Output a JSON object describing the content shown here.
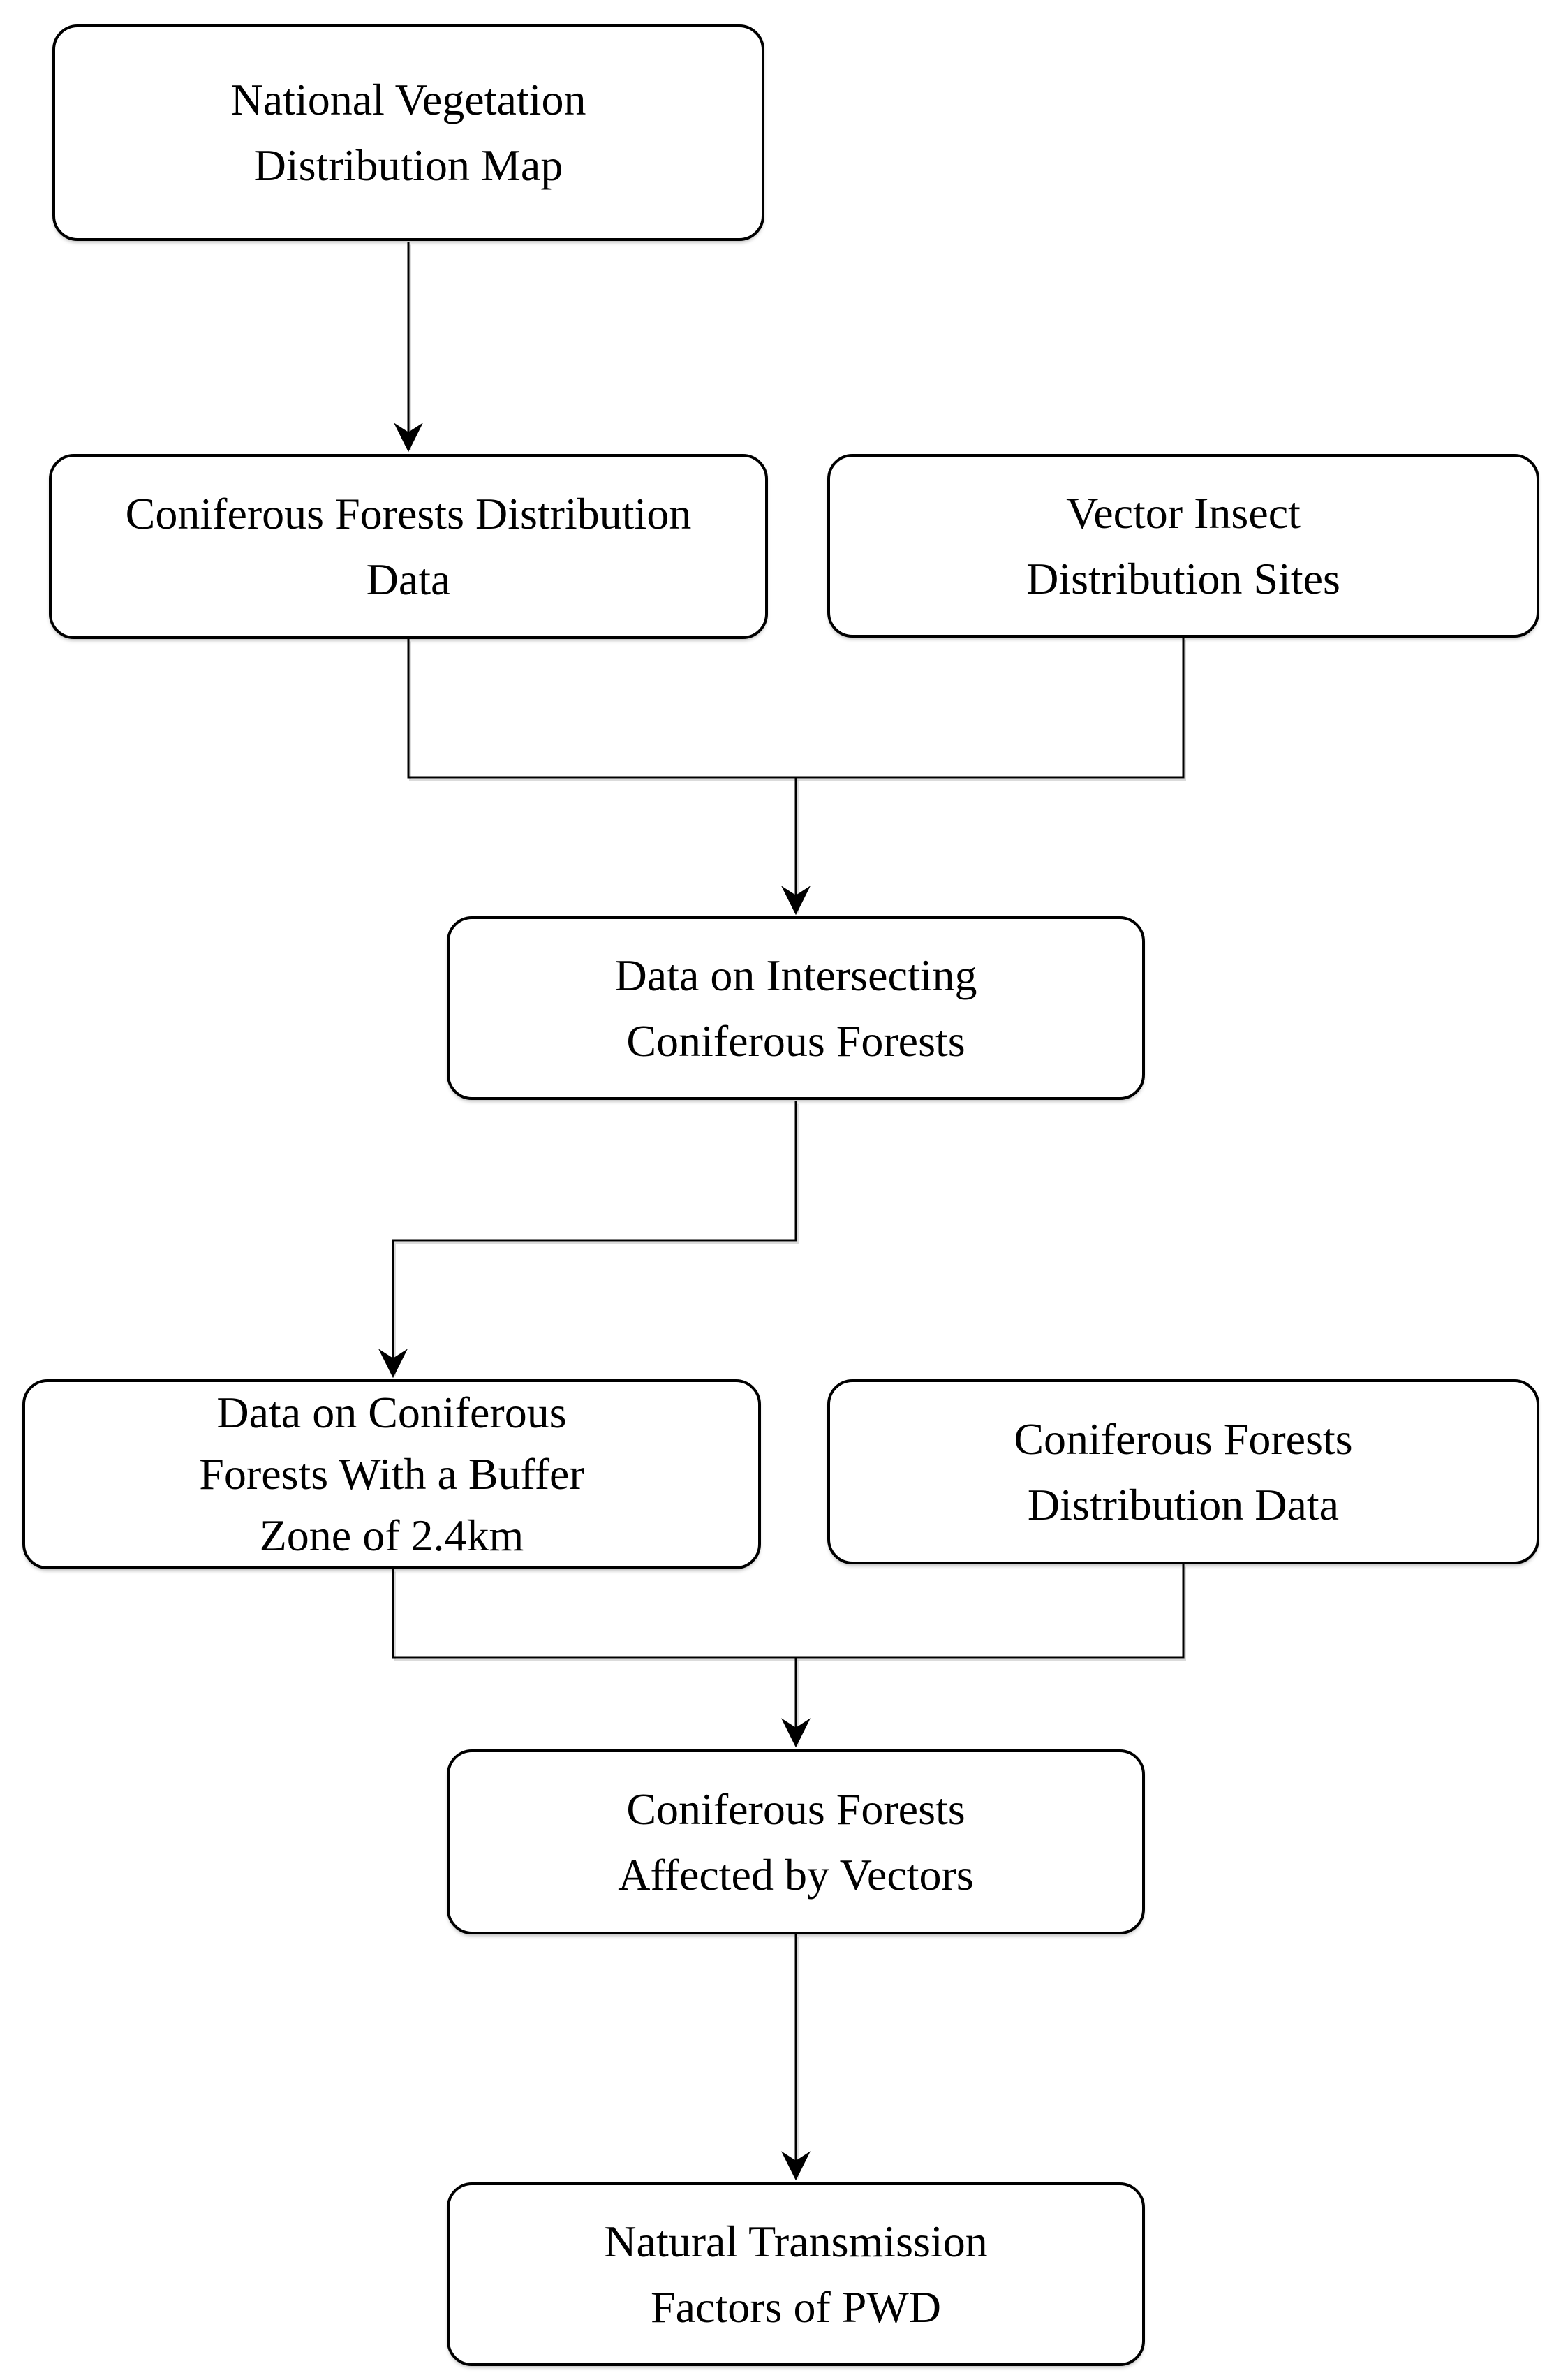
{
  "page": {
    "background": "#ffffff",
    "line_color": "#000000",
    "box_fill": "#ffffff"
  },
  "diagram": {
    "type": "flowchart",
    "nodes": [
      {
        "id": "national-vegetation-distribution-map",
        "label": "National Vegetation\nDistribution Map"
      },
      {
        "id": "coniferous-forests-distribution-data-top",
        "label": "Coniferous Forests Distribution\nData"
      },
      {
        "id": "vector-insect-distribution-sites",
        "label": "Vector Insect\nDistribution Sites"
      },
      {
        "id": "data-on-intersecting-coniferous-forests",
        "label": "Data on Intersecting\nConiferous Forests"
      },
      {
        "id": "coniferous-forests-buffer-zone",
        "label": "Data on Coniferous\nForests With a Buffer\nZone of 2.4km"
      },
      {
        "id": "coniferous-forests-distribution-data-right",
        "label": "Coniferous Forests\nDistribution Data"
      },
      {
        "id": "coniferous-forests-affected-by-vectors",
        "label": "Coniferous Forests\nAffected by Vectors"
      },
      {
        "id": "natural-transmission-factors-of-pwd",
        "label": "Natural Transmission\nFactors of PWD"
      }
    ],
    "edges": [
      {
        "from": "national-vegetation-distribution-map",
        "to": "coniferous-forests-distribution-data-top",
        "arrow": true
      },
      {
        "from": "coniferous-forests-distribution-data-top",
        "to": "data-on-intersecting-coniferous-forests",
        "arrow": true,
        "via": "merge-junction"
      },
      {
        "from": "vector-insect-distribution-sites",
        "to": "data-on-intersecting-coniferous-forests",
        "arrow": true,
        "via": "merge-junction"
      },
      {
        "from": "data-on-intersecting-coniferous-forests",
        "to": "coniferous-forests-buffer-zone",
        "arrow": true,
        "via": "elbow-left"
      },
      {
        "from": "coniferous-forests-buffer-zone",
        "to": "coniferous-forests-affected-by-vectors",
        "arrow": true,
        "via": "merge-junction"
      },
      {
        "from": "coniferous-forests-distribution-data-right",
        "to": "coniferous-forests-affected-by-vectors",
        "arrow": true,
        "via": "merge-junction"
      },
      {
        "from": "coniferous-forests-affected-by-vectors",
        "to": "natural-transmission-factors-of-pwd",
        "arrow": true
      }
    ]
  }
}
